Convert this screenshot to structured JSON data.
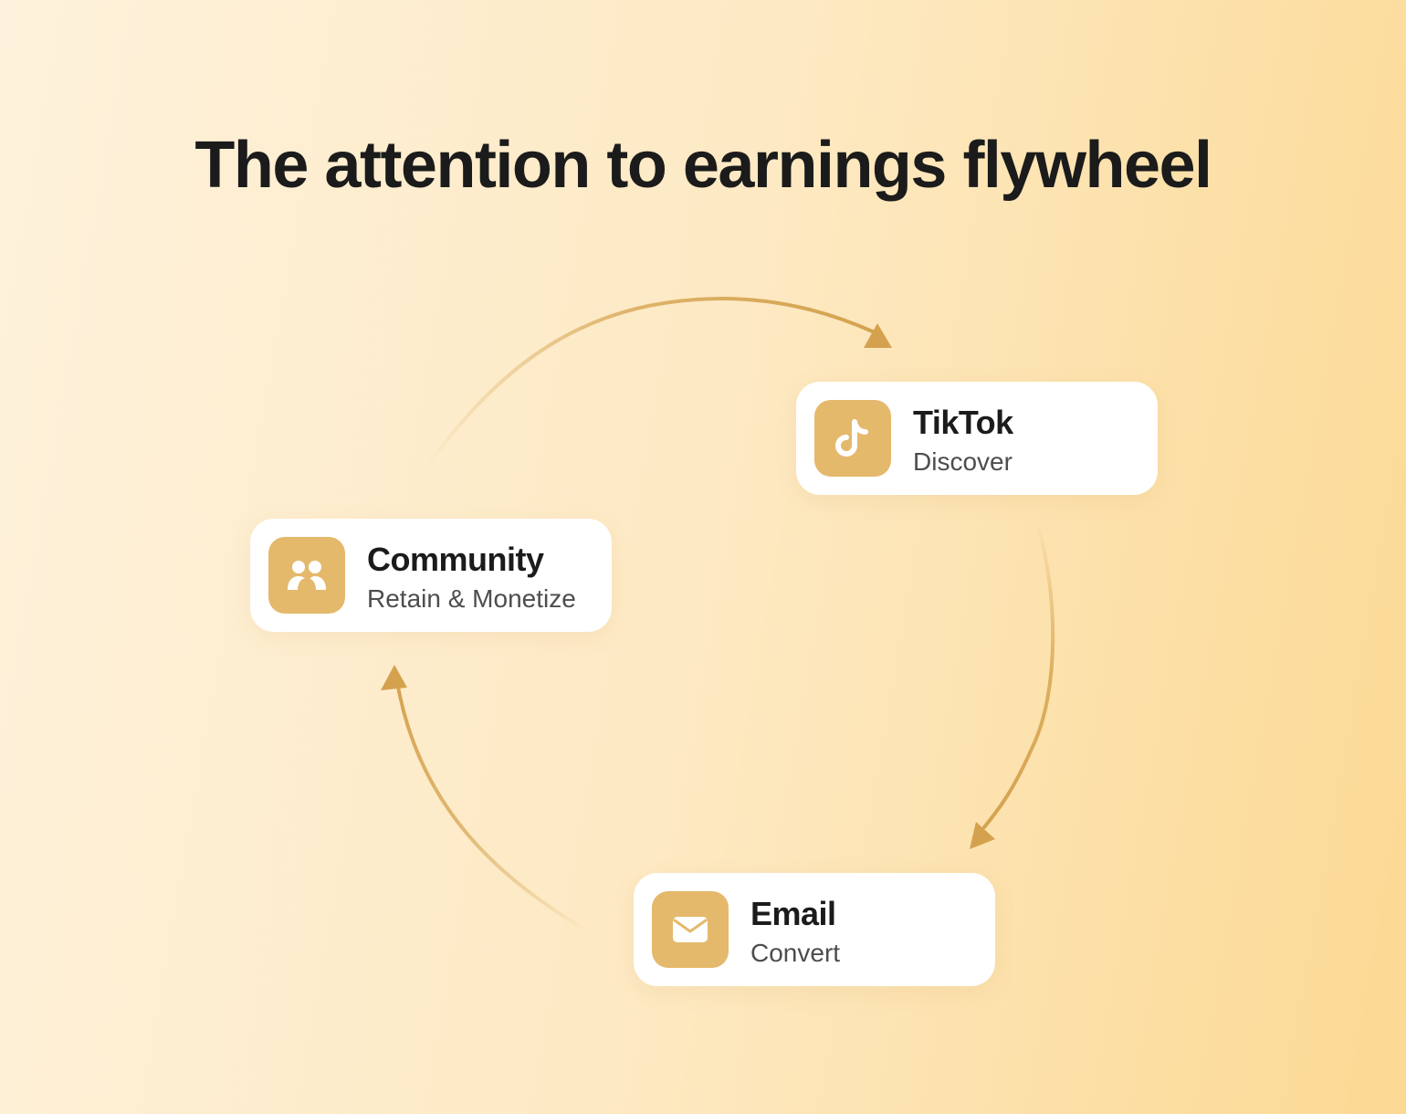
{
  "title": "The attention to earnings flywheel",
  "colors": {
    "accent": "#e4b96b",
    "arrow": "#d4a24e",
    "card_bg": "#ffffff",
    "text_primary": "#1b1b1b",
    "text_secondary": "#4d4d4d"
  },
  "nodes": [
    {
      "id": "tiktok",
      "title": "TikTok",
      "subtitle": "Discover",
      "icon": "tiktok-icon"
    },
    {
      "id": "email",
      "title": "Email",
      "subtitle": "Convert",
      "icon": "envelope-icon"
    },
    {
      "id": "community",
      "title": "Community",
      "subtitle": "Retain & Monetize",
      "icon": "people-icon"
    }
  ],
  "edges": [
    {
      "from": "community",
      "to": "tiktok"
    },
    {
      "from": "tiktok",
      "to": "email"
    },
    {
      "from": "email",
      "to": "community"
    }
  ]
}
